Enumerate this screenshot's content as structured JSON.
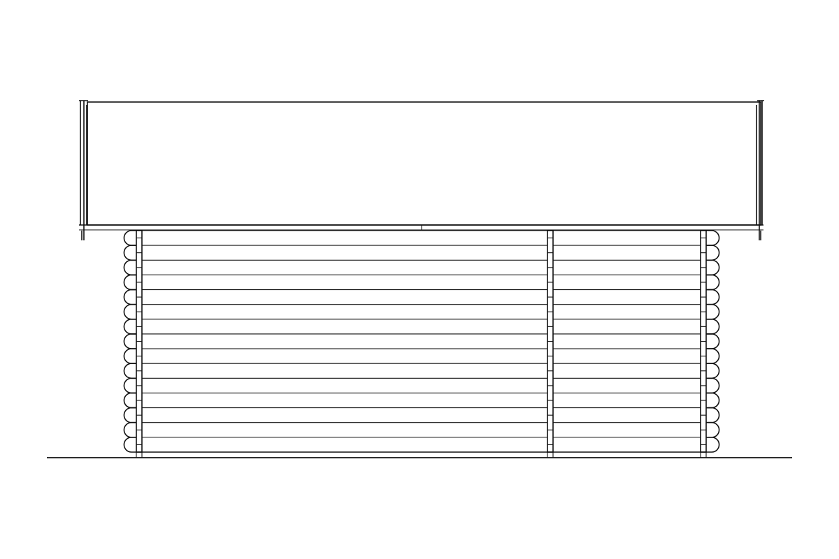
{
  "drawing": {
    "type": "elevation",
    "subject": "log-cabin-side-elevation",
    "wall": {
      "log_courses": 15,
      "bays": 2,
      "posts": 3
    },
    "roof": {
      "view": "eaves-side"
    },
    "colors": {
      "line": "#111111",
      "background": "#ffffff"
    }
  }
}
